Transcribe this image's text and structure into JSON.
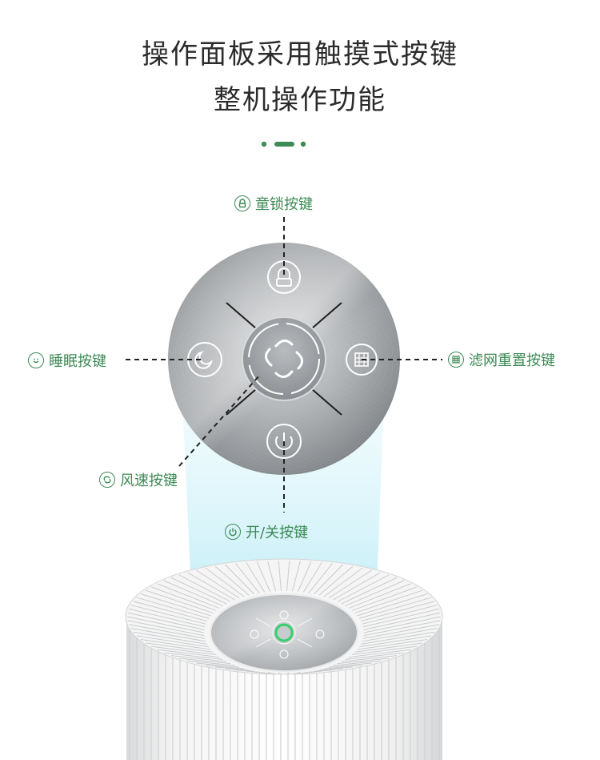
{
  "headline": {
    "line1": "操作面板采用触摸式按键",
    "line2": "整机操作功能"
  },
  "callouts": {
    "child_lock": "童锁按键",
    "sleep": "睡眠按键",
    "filter_reset": "滤网重置按键",
    "fan_speed": "风速按键",
    "power": "开/关按键"
  },
  "icons": {
    "child_lock": "lock-icon",
    "sleep": "moon-smile-icon",
    "filter_reset": "filter-grid-icon",
    "fan_speed": "fan-swirl-icon",
    "power": "power-icon"
  },
  "colors": {
    "accent_green": "#3d8a55",
    "headline": "#2b2b2b",
    "beam": "#bfeef8",
    "metal": "#a9acaf"
  }
}
